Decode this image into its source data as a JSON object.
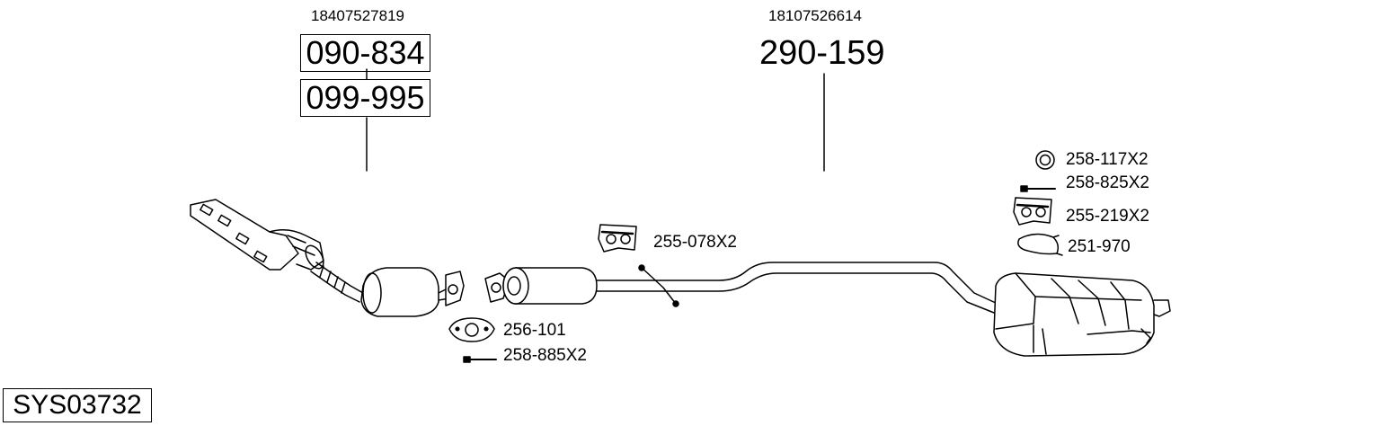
{
  "oem_numbers": {
    "left": "18407527819",
    "right": "18107526614"
  },
  "part_numbers": {
    "front_a": "090-834",
    "front_b": "099-995",
    "rear": "290-159"
  },
  "accessories": {
    "front_gasket": "256-101",
    "front_bolt": "258-885X2",
    "mid_hanger": "255-078X2",
    "rear_ring": "258-117X2",
    "rear_bolt": "258-825X2",
    "rear_hanger": "255-219X2",
    "rear_clamp": "251-970"
  },
  "system_id": "SYS03732"
}
